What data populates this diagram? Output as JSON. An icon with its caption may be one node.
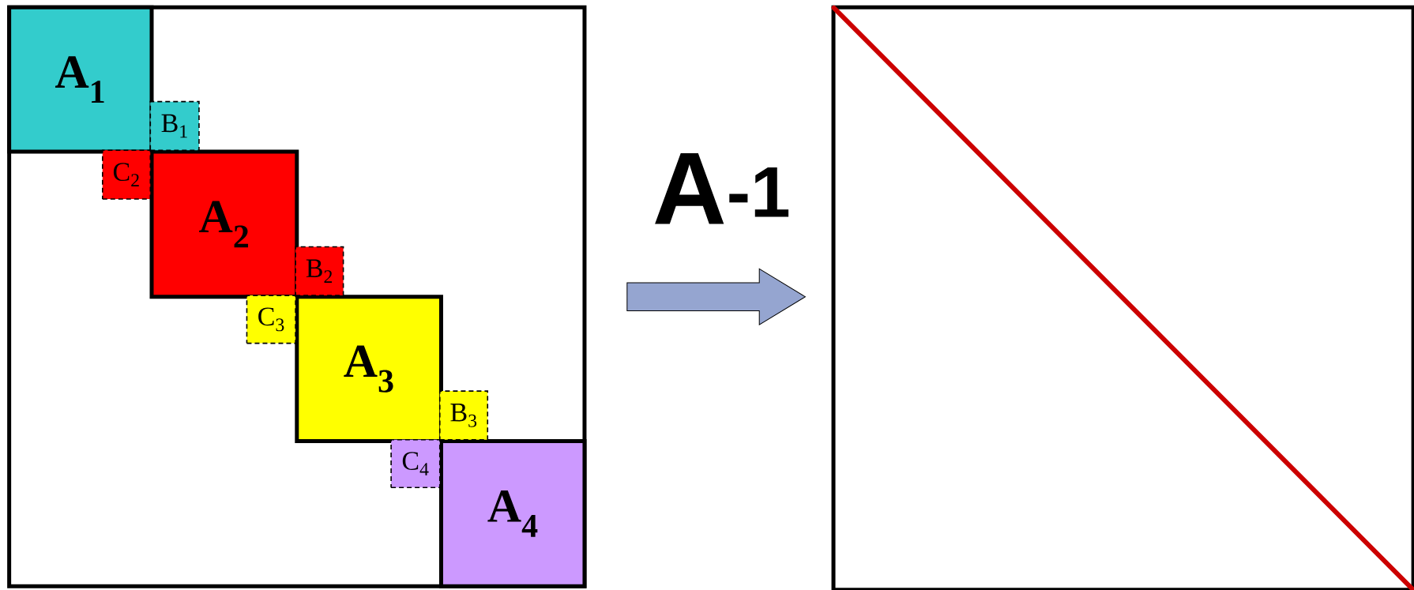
{
  "diagram": {
    "nodes": [
      {
        "text": [],
        "shape": "box"
      },
      {
        "text": [
          "A$_{1}$"
        ],
        "in": 0
      },
      {
        "text": [
          "B$_{1}$"
        ],
        "in": 0
      },
      {
        "text": [
          "C$_{2}$"
        ],
        "in": 0
      },
      {
        "text": [
          "A$_{2}$"
        ],
        "in": 0
      },
      {
        "text": [
          "B$_{2}$"
        ],
        "in": 0
      },
      {
        "text": [
          "C$_{3}$"
        ],
        "in": 0
      },
      {
        "text": [
          "A$_{3}$"
        ],
        "in": 0
      },
      {
        "text": [
          "B$_{3}$"
        ],
        "in": 0
      },
      {
        "text": [
          "C$_{4}$"
        ],
        "in": 0
      },
      {
        "text": [
          "A$_{4}$"
        ],
        "in": 0
      },
      {
        "text": [],
        "shape": "box"
      }
    ],
    "edges": [
      {
        "from": 0,
        "to": 11,
        "arrow": "to",
        "label": "A$^{-1}$"
      }
    ]
  }
}
